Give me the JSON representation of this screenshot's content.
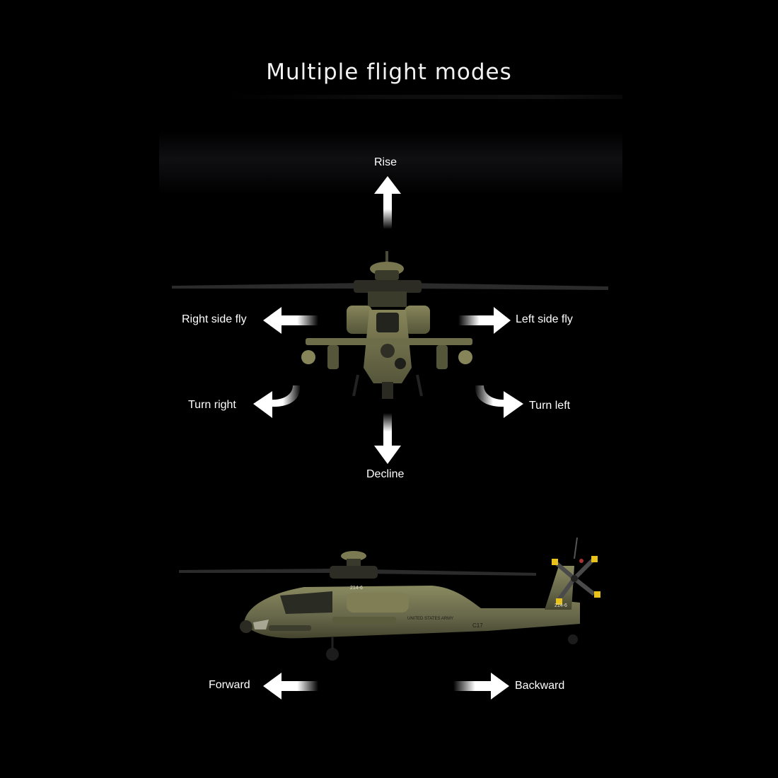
{
  "page": {
    "title": "Multiple flight modes"
  },
  "modes": {
    "rise": "Rise",
    "right_side_fly": "Right side fly",
    "left_side_fly": "Left side fly",
    "turn_right": "Turn right",
    "turn_left": "Turn left",
    "decline": "Decline",
    "forward": "Forward",
    "backward": "Backward"
  },
  "fuselage_markings": {
    "tail_number": "214-6",
    "branch": "UNITED STATES ARMY",
    "serial": "C17"
  },
  "colors": {
    "background": "#000000",
    "arrow": "#ffffff",
    "helicopter_body": "#6b6b45",
    "rotor_blade": "#2a2a2a",
    "tail_rotor_tip": "#e8c21a"
  },
  "icons": [
    "rise-arrow-icon",
    "side-left-arrow-icon",
    "side-right-arrow-icon",
    "turn-right-arrow-icon",
    "turn-left-arrow-icon",
    "decline-arrow-icon",
    "forward-arrow-icon",
    "backward-arrow-icon",
    "helicopter-front-view-icon",
    "helicopter-side-view-icon"
  ]
}
